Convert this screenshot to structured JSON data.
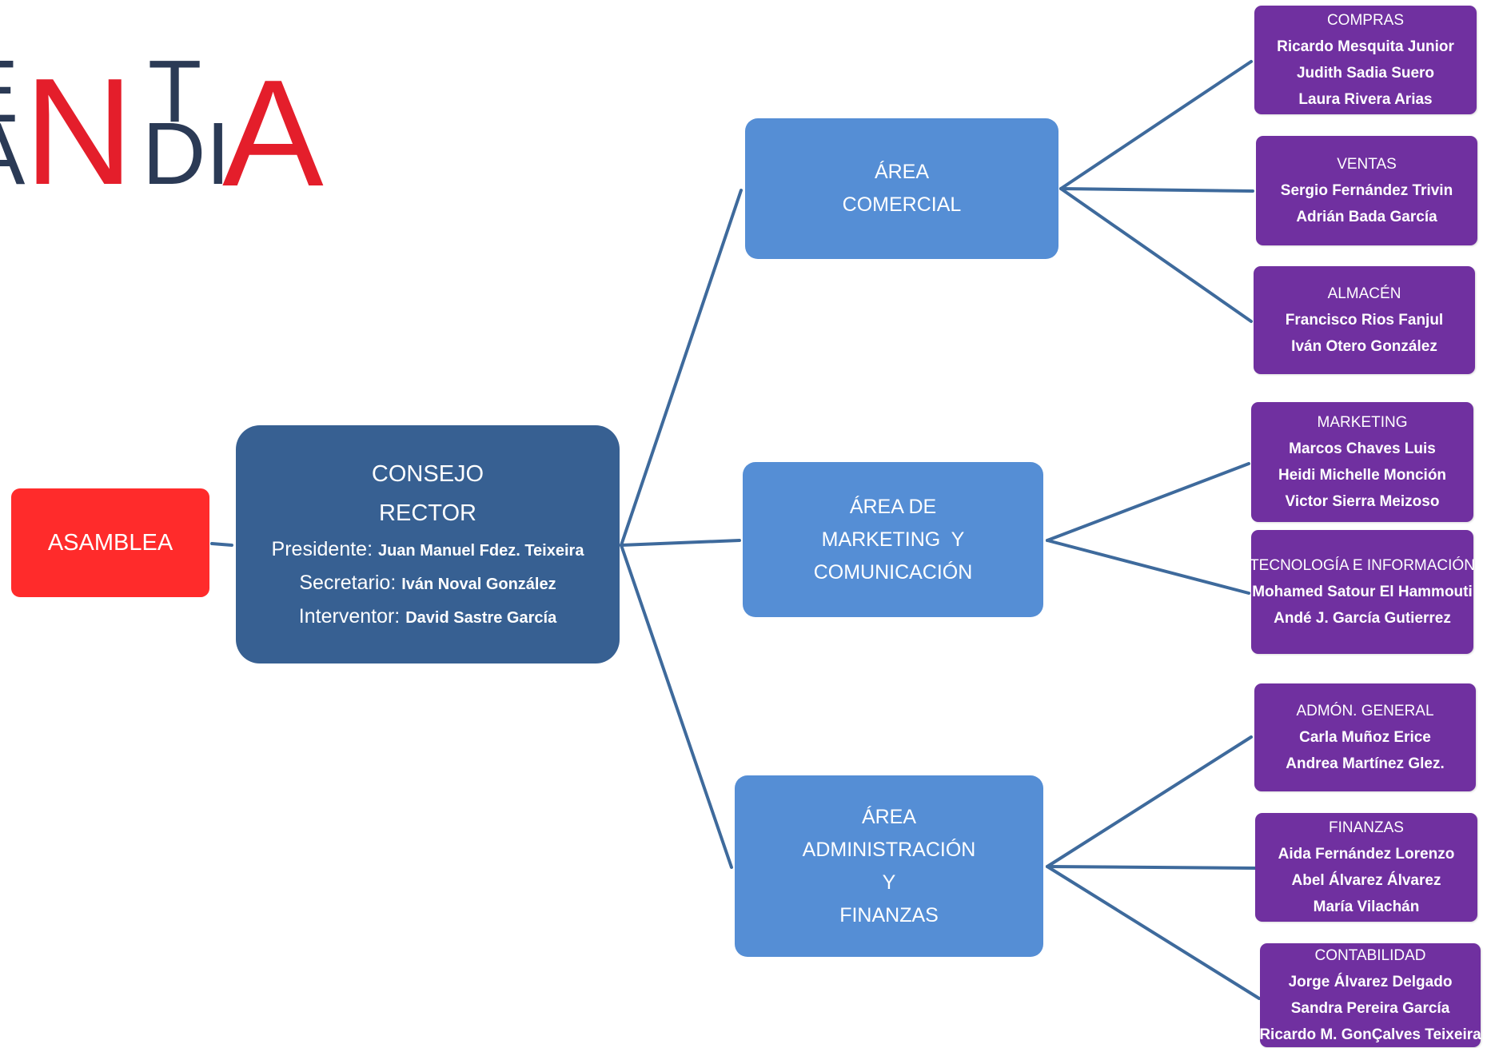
{
  "colors": {
    "red": "#ff2b2b",
    "dark_blue": "#376092",
    "light_blue": "#558ed5",
    "purple": "#7030a0",
    "connector": "#3e6a9c",
    "logo_dark": "#2b3a55",
    "logo_red": "#e41e2b"
  },
  "logo": {
    "row1_dark": "E",
    "row1_red": "N",
    "row1_t": "T",
    "row2_dark": "A",
    "row2_n": "N",
    "row2_di": "DI",
    "row2_a": "A"
  },
  "asamblea": {
    "label": "ASAMBLEA"
  },
  "consejo": {
    "title1": "CONSEJO",
    "title2": "RECTOR",
    "presidente_label": "Presidente:",
    "presidente": "Juan Manuel Fdez. Teixeira",
    "secretario_label": "Secretario:",
    "secretario": "Iván Noval González",
    "interventor_label": "Interventor:",
    "interventor": "David Sastre García"
  },
  "areas": [
    {
      "lines": [
        "ÁREA",
        "COMERCIAL"
      ]
    },
    {
      "lines": [
        "ÁREA DE",
        "MARKETING  Y",
        "COMUNICACIÓN"
      ]
    },
    {
      "lines": [
        "ÁREA",
        "ADMINISTRACIÓN",
        "Y",
        "FINANZAS"
      ]
    }
  ],
  "departments": [
    {
      "title": "COMPRAS",
      "members": [
        "Ricardo Mesquita Junior",
        "Judith Sadia Suero",
        "Laura Rivera Arias"
      ]
    },
    {
      "title": "VENTAS",
      "members": [
        "Sergio Fernández Trivin",
        "Adrián Bada García"
      ]
    },
    {
      "title": "ALMACÉN",
      "members": [
        "Francisco Rios Fanjul",
        "Iván Otero González"
      ]
    },
    {
      "title": "MARKETING",
      "members": [
        "Marcos Chaves Luis",
        "Heidi Michelle Monción",
        "Victor Sierra Meizoso"
      ]
    },
    {
      "title": "TECNOLOGÍA E INFORMACIÓN",
      "members": [
        "Mohamed Satour El Hammouti",
        "Andé J. García Gutierrez"
      ]
    },
    {
      "title": "ADMÓN. GENERAL",
      "members": [
        "Carla Muñoz Erice",
        "Andrea Martínez Glez."
      ]
    },
    {
      "title": "FINANZAS",
      "members": [
        "Aida Fernández Lorenzo",
        "Abel Álvarez Álvarez",
        "María Vilachán"
      ]
    },
    {
      "title": "CONTABILIDAD",
      "members": [
        "Jorge Álvarez Delgado",
        "Sandra Pereira García",
        "Ricardo M. GonÇalves Teixeira"
      ]
    }
  ]
}
